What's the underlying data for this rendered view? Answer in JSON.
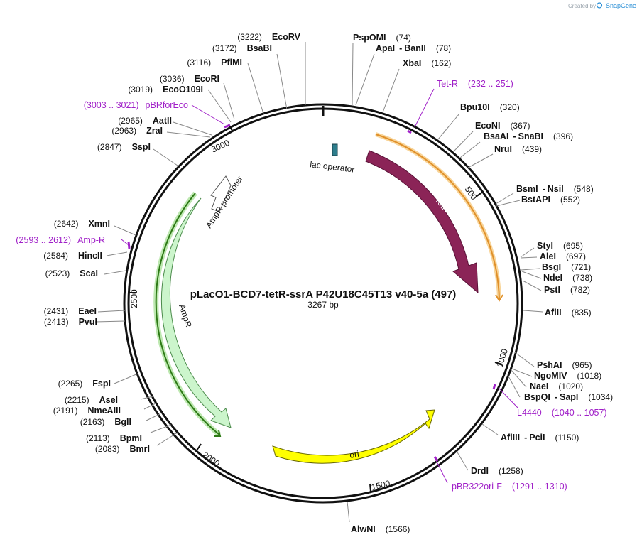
{
  "credit": {
    "text": "Created by",
    "brand": "SnapGene"
  },
  "plasmid": {
    "name": "pLacO1-BCD7-tetR-ssrA P42U18C45T13 v40-5a (497)",
    "length_label": "3267 bp",
    "length": 3267
  },
  "ticks": [
    "500",
    "1000",
    "1500",
    "2000",
    "2500",
    "3000"
  ],
  "sites": [
    {
      "name": "PspOMI",
      "pos": "(74)"
    },
    {
      "name": "ApaI",
      "sep": "-",
      "name2": "BanII",
      "pos": "(78)"
    },
    {
      "name": "XbaI",
      "pos": "(162)"
    },
    {
      "name": "Bpu10I",
      "pos": "(320)"
    },
    {
      "name": "EcoNI",
      "pos": "(367)"
    },
    {
      "name": "BsaAI",
      "sep": "-",
      "name2": "SnaBI",
      "pos": "(396)"
    },
    {
      "name": "NruI",
      "pos": "(439)"
    },
    {
      "name": "BsmI",
      "sep": "-",
      "name2": "NsiI",
      "pos": "(548)"
    },
    {
      "name": "BstAPI",
      "pos": "(552)"
    },
    {
      "name": "StyI",
      "pos": "(695)"
    },
    {
      "name": "AleI",
      "pos": "(697)"
    },
    {
      "name": "BsgI",
      "pos": "(721)"
    },
    {
      "name": "NdeI",
      "pos": "(738)"
    },
    {
      "name": "PstI",
      "pos": "(782)"
    },
    {
      "name": "AflII",
      "pos": "(835)"
    },
    {
      "name": "PshAI",
      "pos": "(965)"
    },
    {
      "name": "NgoMIV",
      "pos": "(1018)"
    },
    {
      "name": "NaeI",
      "pos": "(1020)"
    },
    {
      "name": "BspQI",
      "sep": "-",
      "name2": "SapI",
      "pos": "(1034)"
    },
    {
      "name": "AflIII",
      "sep": "-",
      "name2": "PciI",
      "pos": "(1150)"
    },
    {
      "name": "DrdI",
      "pos": "(1258)"
    },
    {
      "name": "AlwNI",
      "pos": "(1566)"
    },
    {
      "name": "BmrI",
      "pos": "(2083)"
    },
    {
      "name": "BpmI",
      "pos": "(2113)"
    },
    {
      "name": "BglI",
      "pos": "(2163)"
    },
    {
      "name": "NmeAIII",
      "pos": "(2191)"
    },
    {
      "name": "AseI",
      "pos": "(2215)"
    },
    {
      "name": "FspI",
      "pos": "(2265)"
    },
    {
      "name": "PvuI",
      "pos": "(2413)"
    },
    {
      "name": "EaeI",
      "pos": "(2431)"
    },
    {
      "name": "ScaI",
      "pos": "(2523)"
    },
    {
      "name": "HincII",
      "pos": "(2584)"
    },
    {
      "name": "XmnI",
      "pos": "(2642)"
    },
    {
      "name": "SspI",
      "pos": "(2847)"
    },
    {
      "name": "ZraI",
      "pos": "(2963)"
    },
    {
      "name": "AatII",
      "pos": "(2965)"
    },
    {
      "name": "EcoO109I",
      "pos": "(3019)"
    },
    {
      "name": "EcoRI",
      "pos": "(3036)"
    },
    {
      "name": "PflMI",
      "pos": "(3116)"
    },
    {
      "name": "BsaBI",
      "pos": "(3172)"
    },
    {
      "name": "EcoRV",
      "pos": "(3222)"
    }
  ],
  "primers": [
    {
      "name": "Tet-R",
      "range": "(232 .. 251)"
    },
    {
      "name": "L4440",
      "range": "(1040 .. 1057)"
    },
    {
      "name": "pBR322ori-F",
      "range": "(1291 .. 1310)"
    },
    {
      "name": "Amp-R",
      "range": "(2593 .. 2612)"
    },
    {
      "name": "pBRforEco",
      "range": "(3003 .. 3021)"
    }
  ],
  "features": [
    {
      "name": "TetR",
      "color": "#8b2457"
    },
    {
      "name": "ori",
      "color": "#ffff00"
    },
    {
      "name": "AmpR",
      "color": "#ccf5cc"
    },
    {
      "name": "AmpR promoter",
      "color": "#ffffff"
    },
    {
      "name": "lac operator",
      "color": "#2e7d8c"
    }
  ],
  "colors": {
    "primer": "#a020c8",
    "tetr_orf": "#f0a030",
    "ampr_orf": "#3a8a20"
  }
}
